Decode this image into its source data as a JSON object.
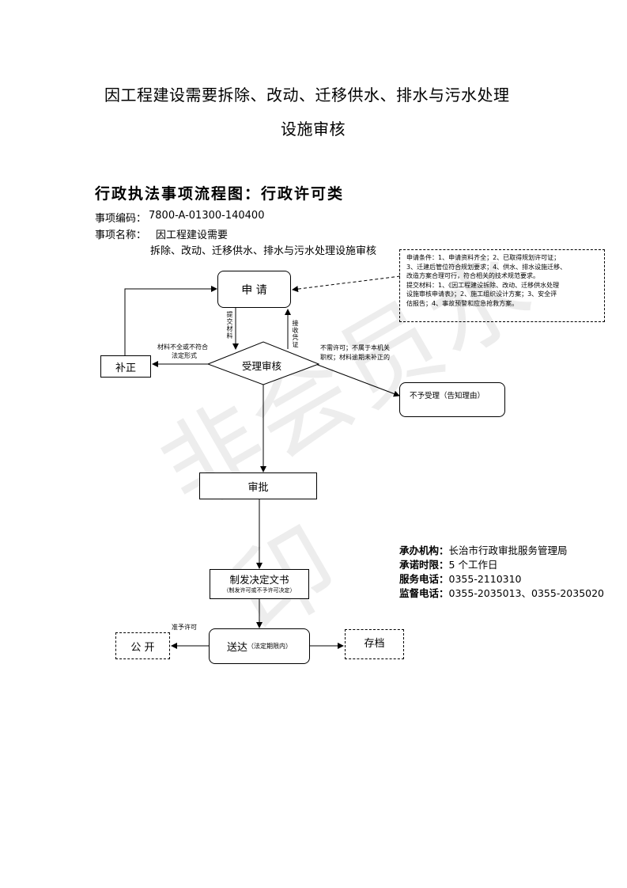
{
  "title": {
    "line1": "因工程建设需要拆除、改动、迁移供水、排水与污水处理",
    "line2": "设施审核"
  },
  "subtitle": "行政执法事项流程图：行政许可类",
  "item": {
    "code_label": "事项编码：",
    "code_value": "7800-A-01300-140400",
    "name_label": "事项名称：",
    "name_line1": "因工程建设需要",
    "name_line2": "拆除、改动、迁移供水、排水与污水处理设施审核"
  },
  "conditions": {
    "line1": "申请条件：1、申请资料齐全；2、已取得规划许可证；",
    "line2": "3、迁建后管位符合规划要求；4、供水、排水设施迁移、",
    "line3": "改造方案合理可行，符合相关的技术规范要求。",
    "line4": "提交材料：1、《因工程建设拆除、改动、迁移供水处理",
    "line5": "设施审核申请表》；2、施工组织设计方案；3、安全评",
    "line6": "估报告；4、事故预警和应急抢救方案。"
  },
  "flow": {
    "apply": "申 请",
    "submit_materials": "提交材料",
    "receipt": "接收凭证",
    "review": "受理审核",
    "supplement": "补正",
    "supplement_note_1": "材料不全或不符合",
    "supplement_note_2": "法定形式",
    "reject_note_1": "不需许可；不属于本机关",
    "reject_note_2": "职权；材料逾期未补正的",
    "reject": "不予受理（告知理由）",
    "approve": "审批",
    "decision": "制发决定文书",
    "decision_note": "（制发许可或不予许可决定）",
    "deliver": "送达",
    "deliver_note": "（法定期限内）",
    "public": "公 开",
    "permit_note": "准予许可",
    "archive": "存档"
  },
  "contact": {
    "org_label": "承办机构：",
    "org_value": "长治市行政审批服务管理局",
    "time_label": "承诺时限：",
    "time_value": "5 个工作日",
    "phone_label": "服务电话：",
    "phone_value": "0355-2110310",
    "supervise_label": "监督电话：",
    "supervise_value": "0355-2035013、0355-2035020"
  },
  "watermark": "非会员水印"
}
